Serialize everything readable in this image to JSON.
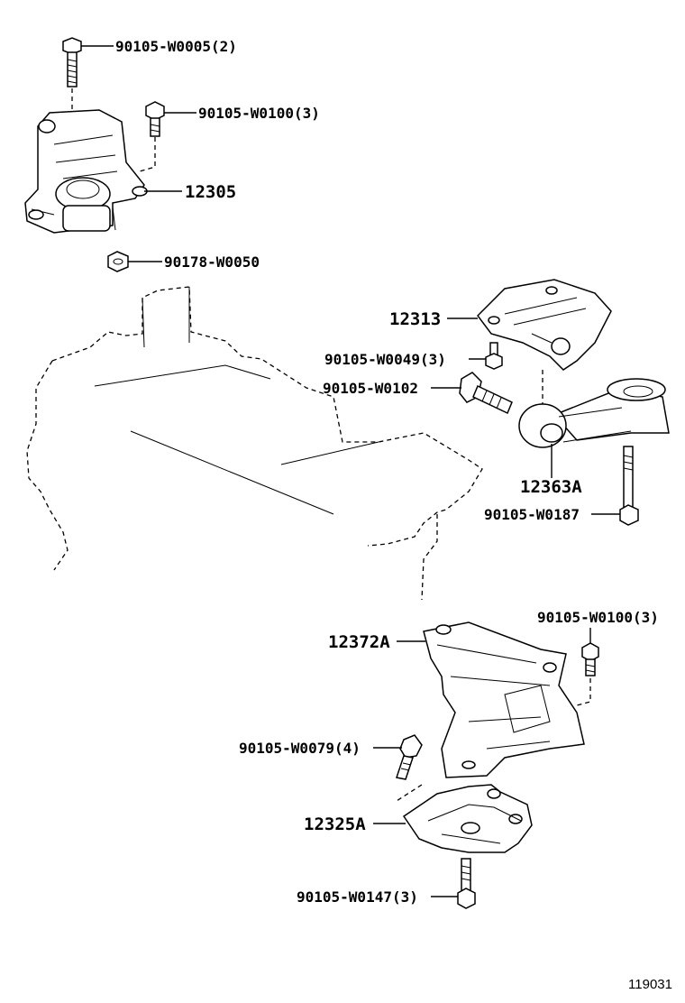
{
  "labels": {
    "bolt_top": "90105-W0005(2)",
    "bolt_upper_right": "90105-W0100(3)",
    "mount_right": "12305",
    "nut_right": "90178-W0050",
    "bracket_front": "12313",
    "bolt_front_small": "90105-W0049(3)",
    "bolt_front": "90105-W0102",
    "rod_front": "12363A",
    "bolt_rod": "90105-W0187",
    "bolt_left_upper": "90105-W0100(3)",
    "mount_left": "12372A",
    "bolt_left_lower": "90105-W0079(4)",
    "mount_rear": "12325A",
    "bolt_rear": "90105-W0147(3)"
  },
  "figure_number": "119031"
}
